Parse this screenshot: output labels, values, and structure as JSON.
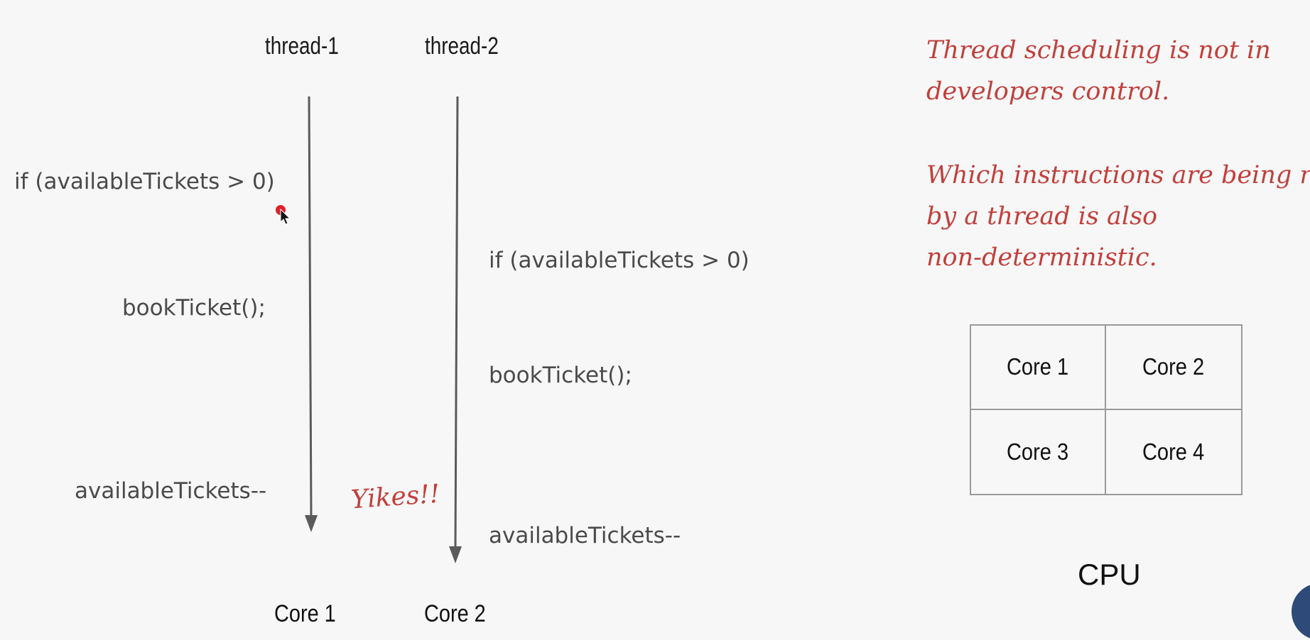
{
  "threads": [
    {
      "title": "thread-1",
      "core": "Core 1"
    },
    {
      "title": "thread-2",
      "core": "Core 2"
    }
  ],
  "thread1_code": {
    "check": "if (availableTickets > 0)",
    "book": "bookTicket();",
    "decrement": "availableTickets--"
  },
  "thread2_code": {
    "check": "if (availableTickets > 0)",
    "book": "bookTicket();",
    "decrement": "availableTickets--"
  },
  "exclamation": "Yikes!!",
  "notes": {
    "scheduling_line1": "Thread scheduling is not in",
    "scheduling_line2": "developers control.",
    "instructions_line1": "Which instructions are being run",
    "instructions_line2": "by a thread is also",
    "instructions_line3": "non-deterministic."
  },
  "cpu": {
    "label": "CPU",
    "cores": [
      "Core 1",
      "Core 2",
      "Core 3",
      "Core 4"
    ]
  },
  "colors": {
    "background": "#f7f7f7",
    "arrow": "#5a5a5a",
    "note_red": "#c0403c",
    "code_gray": "#4a4a4a"
  }
}
